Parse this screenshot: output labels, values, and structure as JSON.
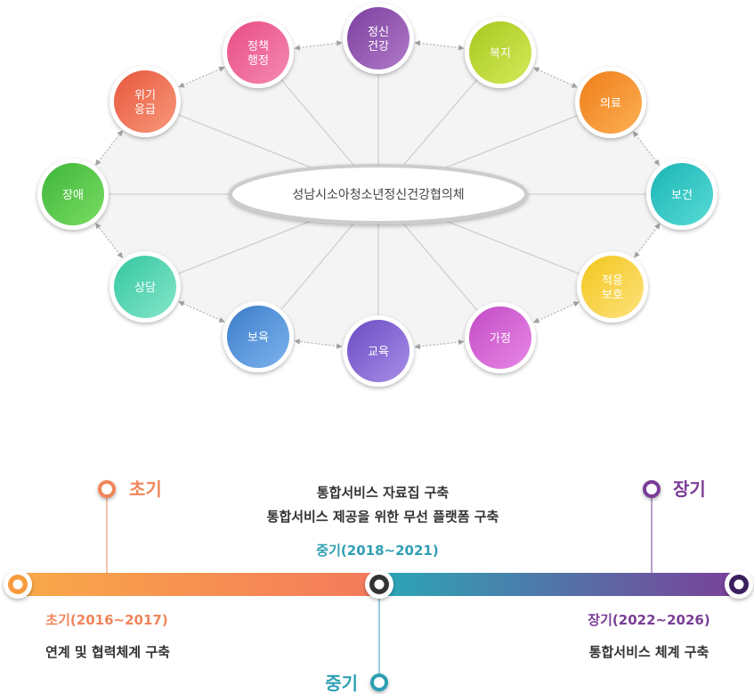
{
  "network": {
    "center_label": "성남시소아청소년정신건강협의체",
    "nodes": [
      {
        "id": "mental",
        "lines": [
          "정신",
          "건강"
        ],
        "grad": [
          "#7b3f9e",
          "#b07ac9"
        ],
        "text": "#ffffff"
      },
      {
        "id": "welfare",
        "lines": [
          "복지"
        ],
        "grad": [
          "#a8c81e",
          "#d3ea5a"
        ],
        "text": "#ffffff"
      },
      {
        "id": "medical",
        "lines": [
          "의료"
        ],
        "grad": [
          "#f07d19",
          "#fbb054"
        ],
        "text": "#ffffff"
      },
      {
        "id": "health",
        "lines": [
          "보건"
        ],
        "grad": [
          "#1ab4b4",
          "#58dcd6"
        ],
        "text": "#ffffff"
      },
      {
        "id": "adapt",
        "lines": [
          "적응",
          "보호"
        ],
        "grad": [
          "#f2c61c",
          "#fde27d"
        ],
        "text": "#ffffff"
      },
      {
        "id": "family",
        "lines": [
          "가정"
        ],
        "grad": [
          "#c24ac4",
          "#e888e6"
        ],
        "text": "#ffffff"
      },
      {
        "id": "education",
        "lines": [
          "교육"
        ],
        "grad": [
          "#6a4cc2",
          "#a98ee8"
        ],
        "text": "#ffffff"
      },
      {
        "id": "childcare",
        "lines": [
          "보육"
        ],
        "grad": [
          "#3b7cc9",
          "#7eb4ee"
        ],
        "text": "#ffffff"
      },
      {
        "id": "counsel",
        "lines": [
          "상담"
        ],
        "grad": [
          "#33c7a1",
          "#86e6c9"
        ],
        "text": "#ffffff"
      },
      {
        "id": "disabled",
        "lines": [
          "장애"
        ],
        "grad": [
          "#3eb63a",
          "#7adc63"
        ],
        "text": "#ffffff"
      },
      {
        "id": "crisis",
        "lines": [
          "위기",
          "응급"
        ],
        "grad": [
          "#e8573c",
          "#f7987b"
        ],
        "text": "#ffffff"
      },
      {
        "id": "policy",
        "lines": [
          "정책",
          "행정"
        ],
        "grad": [
          "#e84b83",
          "#f58bb3"
        ],
        "text": "#ffffff"
      }
    ]
  },
  "timeline": {
    "early": {
      "marker_label": "초기",
      "period": "초기(2016~2017)",
      "task": "연계 및 협력체계 구축",
      "color": "#f0855a"
    },
    "mid": {
      "marker_label": "중기",
      "period": "중기(2018~2021)",
      "tasks": [
        "통합서비스 자료집 구축",
        "통합서비스  제공을 위한 무선 플랫폼 구축"
      ],
      "color": "#2f9fb3"
    },
    "long": {
      "marker_label": "장기",
      "period": "장기(2022~2026)",
      "task": "통합서비스 체계 구축",
      "color": "#7a3e96"
    }
  }
}
